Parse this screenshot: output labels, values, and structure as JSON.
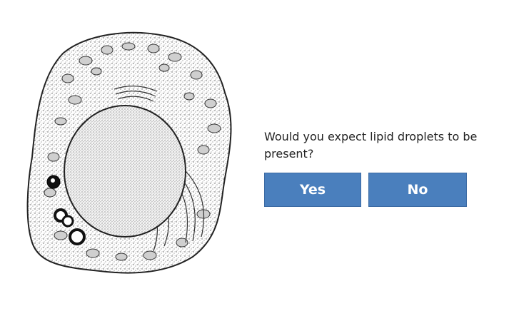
{
  "illustration": {
    "icon": "cell-micrograph-drawing",
    "description": "Line drawing of a cell"
  },
  "quiz": {
    "question": "Would you expect lipid droplets to be present?",
    "choices": [
      {
        "label": "Yes"
      },
      {
        "label": "No"
      }
    ]
  },
  "colors": {
    "button_bg": "#4a7fbd",
    "button_text": "#ffffff",
    "question_text": "#222222"
  }
}
